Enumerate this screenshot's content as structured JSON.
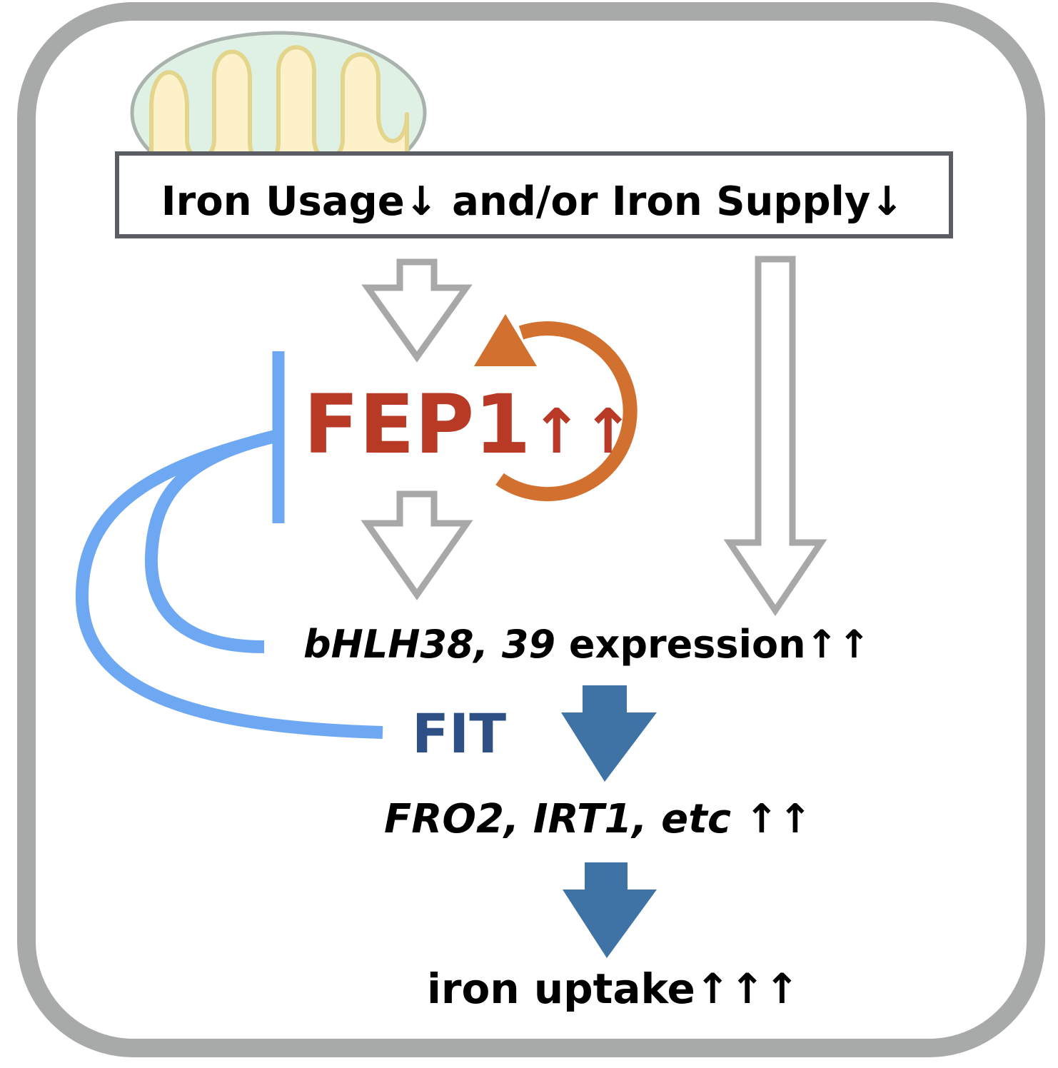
{
  "header_box": {
    "text": "Iron Usage↓ and/or Iron Supply↓"
  },
  "fep1": {
    "name": "FEP1",
    "arrows": "↑↑"
  },
  "bhlh": {
    "genes": "bHLH38, 39",
    "suffix": " expression↑↑"
  },
  "fit": {
    "label": "FIT"
  },
  "targets": {
    "genes": "FRO2, IRT1, etc",
    "arrows": " ↑↑"
  },
  "uptake": {
    "label": "iron uptake↑↑↑"
  },
  "colors": {
    "frame": "#a8a9a9",
    "box_border": "#5a5e63",
    "gray_arrow": "#a8a8a8",
    "fep1_text": "#b83a26",
    "loop_orange": "#d2702f",
    "repress_blue": "#6ea8f2",
    "fit_text": "#2e5084",
    "down_arrow_blue": "#3f73a5",
    "mito_outer_fill": "#dff0e4",
    "mito_outer_stroke": "#aab2ad",
    "mito_inner_fill": "#fcf1c9",
    "mito_inner_stroke": "#e4d58c"
  },
  "icons": [
    "mitochondrion-icon",
    "hollow-down-arrow-icon",
    "solid-down-arrow-icon",
    "circular-arrow-icon",
    "repression-bar-icon"
  ]
}
